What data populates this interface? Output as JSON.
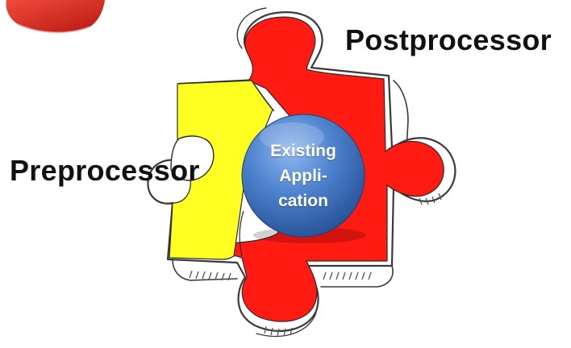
{
  "labels": {
    "postprocessor": "Postprocessor",
    "preprocessor": "Preprocessor",
    "center": [
      "Existing",
      "Appli-",
      "cation"
    ]
  },
  "colors": {
    "red_piece": "#ff1a12",
    "yellow_piece": "#ffff22",
    "corner_piece": "#e02a22",
    "circle_light": "#6f9fe0",
    "circle_dark": "#2b5aa2",
    "sketch_line": "#3a3a3a"
  },
  "icons": [
    "puzzle-piece",
    "sphere"
  ]
}
